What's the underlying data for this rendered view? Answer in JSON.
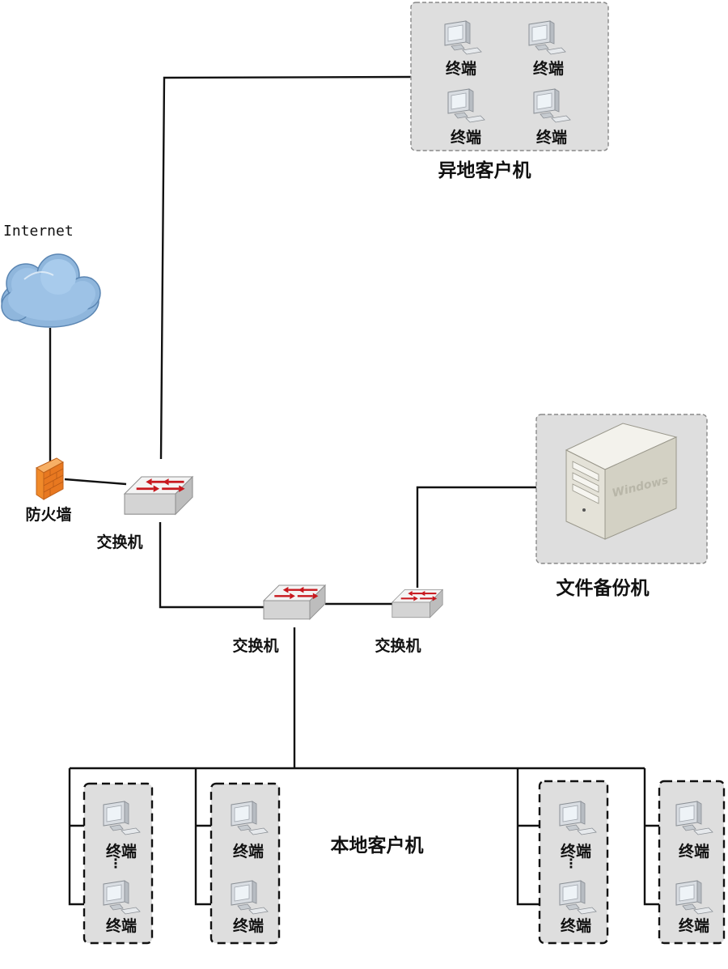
{
  "internet": {
    "label": "Internet"
  },
  "firewall": {
    "label": "防火墙"
  },
  "switch_main": {
    "label": "交换机"
  },
  "switch_mid": {
    "label": "交换机"
  },
  "switch_right": {
    "label": "交换机"
  },
  "remote": {
    "title": "异地客户机",
    "terminals": [
      "终端",
      "终端",
      "终端",
      "终端"
    ]
  },
  "backup": {
    "title": "文件备份机",
    "server_brand": "Windows"
  },
  "local": {
    "title": "本地客户机",
    "groups": [
      {
        "top": "终端",
        "bottom": "终端"
      },
      {
        "top": "终端",
        "bottom": "终端"
      },
      {
        "top": "终端",
        "bottom": "终端"
      },
      {
        "top": "终端",
        "bottom": "终端"
      }
    ]
  },
  "colors": {
    "line": "#111111",
    "box_fill": "#dedede",
    "cloud": "#8fb6dc",
    "firewall": "#f08a2a",
    "switch_arrow": "#c8181e"
  }
}
